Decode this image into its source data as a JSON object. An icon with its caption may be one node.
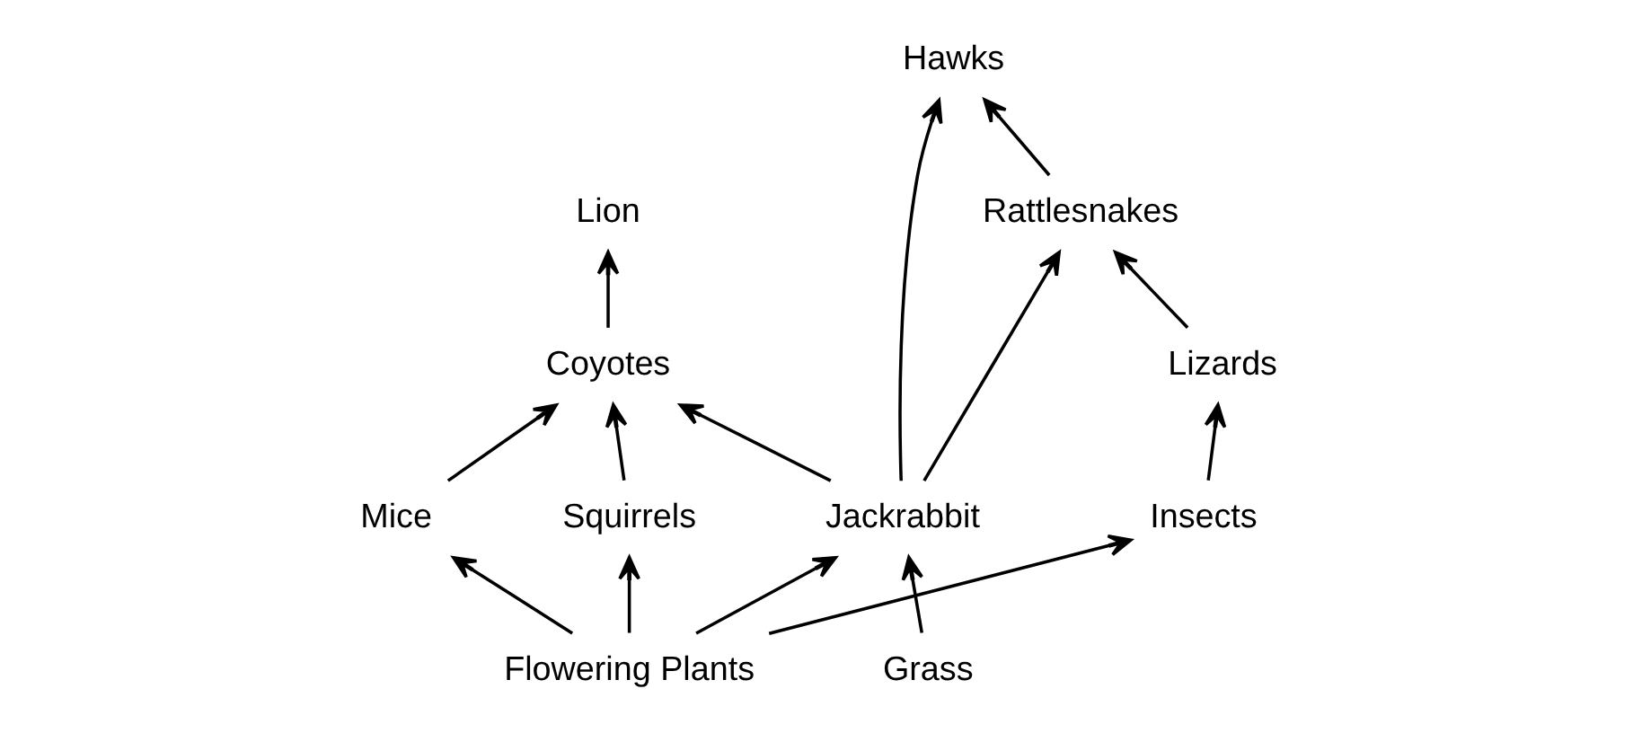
{
  "diagram": {
    "nodes": [
      {
        "text": [
          "Lion"
        ]
      },
      {
        "text": [
          "Coyotes"
        ]
      },
      {
        "text": [
          "Hawks"
        ]
      },
      {
        "text": [
          "Rattlesnakes"
        ]
      },
      {
        "text": [
          "Mice"
        ]
      },
      {
        "text": [
          "Squirrels"
        ]
      },
      {
        "text": [
          "Jackrabbit"
        ]
      },
      {
        "text": [
          "Lizards"
        ]
      },
      {
        "text": [
          "Flowering Plants"
        ]
      },
      {
        "text": [
          "Insects"
        ]
      },
      {
        "text": [
          "Grass"
        ]
      }
    ],
    "edges": [
      {
        "from": 1,
        "to": 0,
        "arrow": "to"
      },
      {
        "from": 4,
        "to": 1,
        "arrow": "to"
      },
      {
        "from": 5,
        "to": 1,
        "arrow": "to"
      },
      {
        "from": 6,
        "to": 1,
        "arrow": "to"
      },
      {
        "from": 6,
        "to": 2,
        "arrow": "to"
      },
      {
        "from": 3,
        "to": 2,
        "arrow": "to"
      },
      {
        "from": 6,
        "to": 3,
        "arrow": "to"
      },
      {
        "from": 7,
        "to": 3,
        "arrow": "to"
      },
      {
        "from": 9,
        "to": 7,
        "arrow": "to"
      },
      {
        "from": 8,
        "to": 4,
        "arrow": "to"
      },
      {
        "from": 8,
        "to": 5,
        "arrow": "to"
      },
      {
        "from": 8,
        "to": 6,
        "arrow": "to"
      },
      {
        "from": 8,
        "to": 9,
        "arrow": "to"
      },
      {
        "from": 10,
        "to": 6,
        "arrow": "to"
      }
    ]
  }
}
